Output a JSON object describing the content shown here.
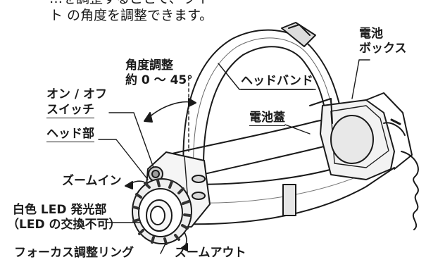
{
  "intro_text": {
    "line1": "…を調整することで、ライ",
    "line2": "ト の角度を調整できます。"
  },
  "labels": {
    "battery_box_1": "電池",
    "battery_box_2": "ボックス",
    "angle_1": "角度調整",
    "angle_2": "約 0 ～ 45°",
    "headband": "ヘッドバンド",
    "on_off_1": "オン / オフ",
    "on_off_2": "スイッチ",
    "battery_cover": "電池蓋",
    "head": "ヘッド部",
    "zoom_in": "ズームイン",
    "led_1": "白色 LED 発光部",
    "led_2": "（LED の交換不可）",
    "focus_ring": "フォーカス調整リング",
    "zoom_out": "ズームアウト"
  }
}
